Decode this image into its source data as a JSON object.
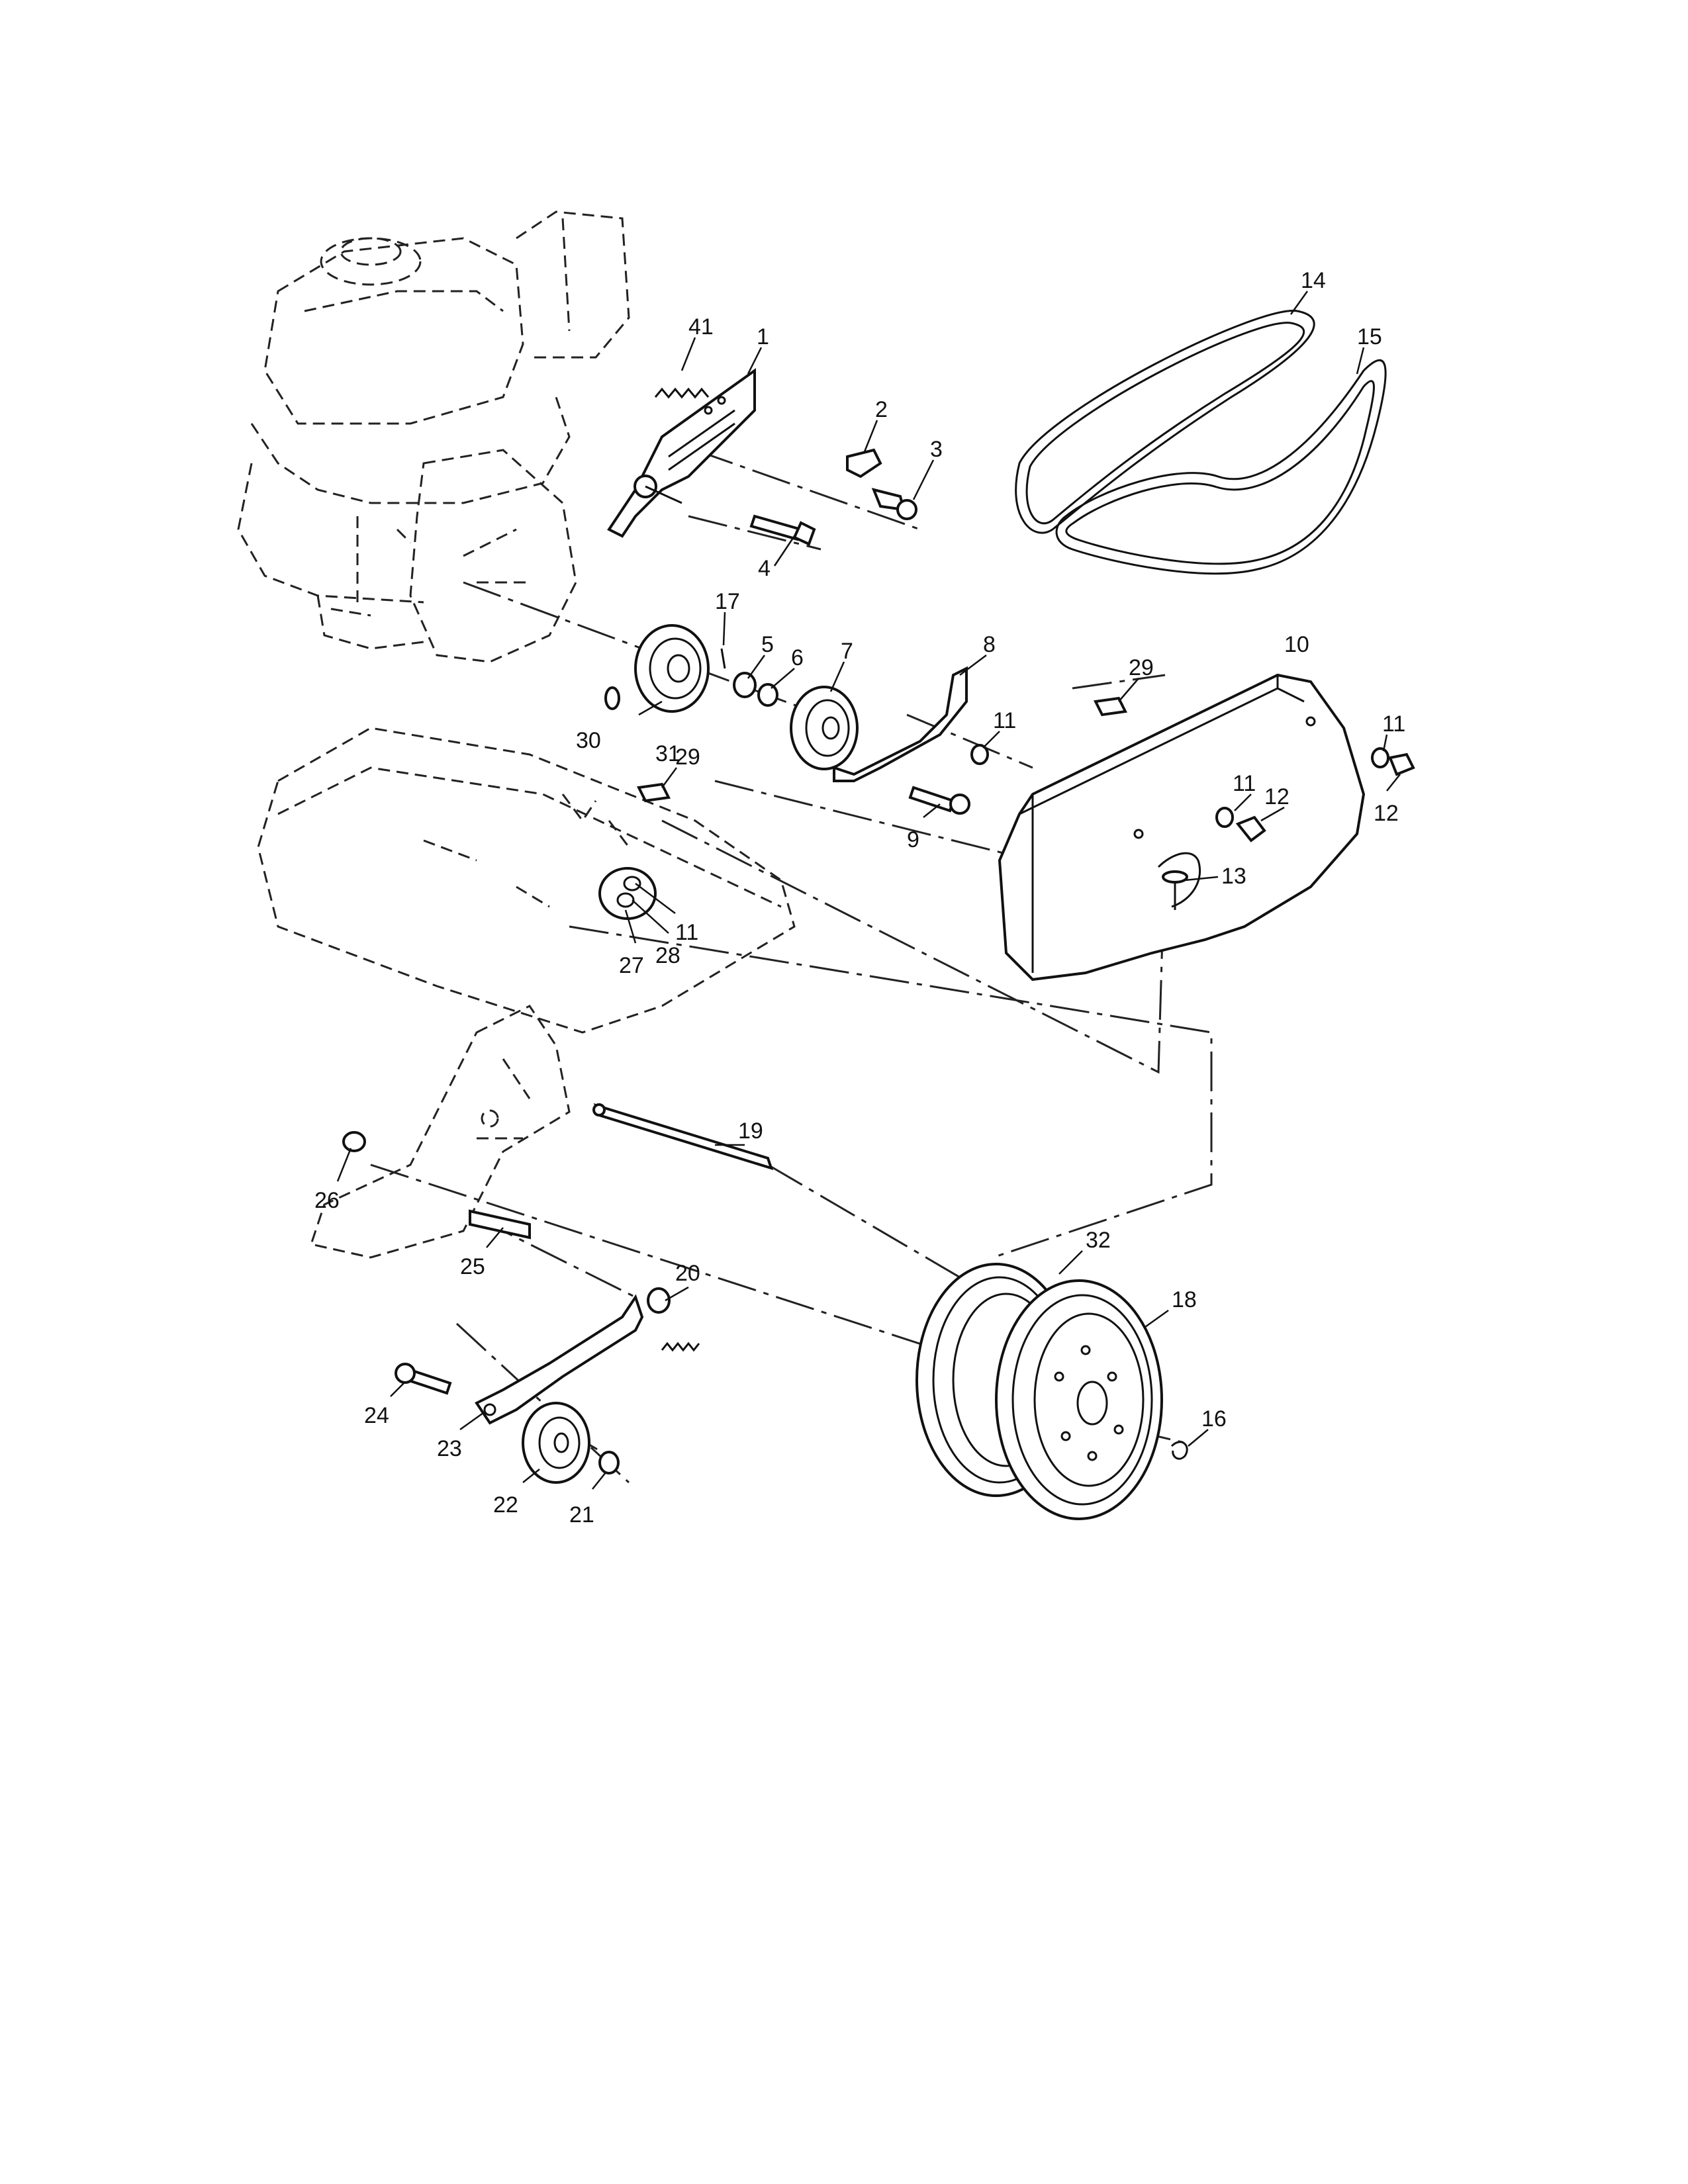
{
  "diagram": {
    "part_numbers": [
      "41",
      "1",
      "2",
      "3",
      "4",
      "14",
      "15",
      "17",
      "5",
      "6",
      "7",
      "8",
      "29",
      "10",
      "11",
      "31",
      "30",
      "29",
      "11",
      "11",
      "12",
      "12",
      "9",
      "13",
      "11",
      "28",
      "27",
      "19",
      "26",
      "25",
      "20",
      "32",
      "18",
      "24",
      "23",
      "22",
      "21",
      "16"
    ]
  }
}
